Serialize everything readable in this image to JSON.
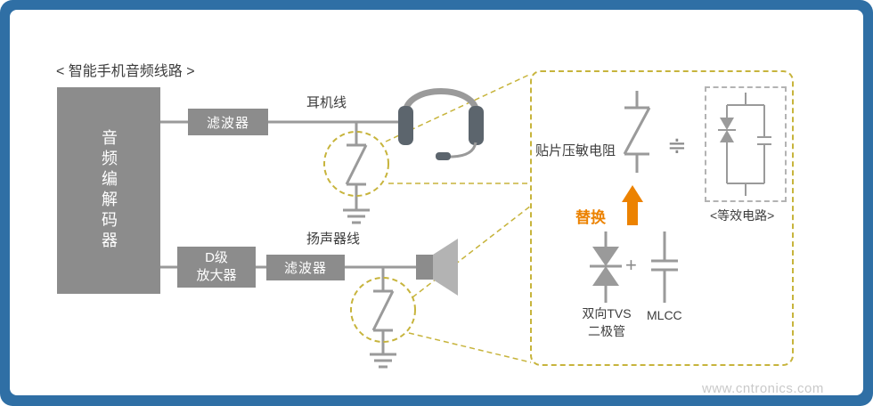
{
  "title": "< 智能手机音频线路 >",
  "colors": {
    "frame": "#2f6fa5",
    "block": "#8c8c8c",
    "wire": "#9a9a9a",
    "callout": "#c7b43c",
    "accent": "#ec8200"
  },
  "blocks": {
    "codec": "音频编解码器",
    "headphone_filter": "滤波器",
    "speaker_filter": "滤波器",
    "amp_line1": "D级",
    "amp_line2": "放大器"
  },
  "wires": {
    "headphone": "耳机线",
    "speaker": "扬声器线"
  },
  "callout": {
    "varistor_label": "贴片压敏电阻",
    "approx_symbol": "≑",
    "equivalent_label": "<等效电路>",
    "replace_label": "替换",
    "plus_symbol": "+",
    "tvs_label_line1": "双向TVS",
    "tvs_label_line2": "二极管",
    "mlcc_label": "MLCC"
  },
  "icons": [
    "headphones-icon",
    "speaker-icon",
    "varistor-symbol",
    "ground-symbol",
    "tvs-diode-symbol",
    "capacitor-symbol",
    "up-arrow-icon"
  ],
  "watermark": "www.cntronics.com"
}
